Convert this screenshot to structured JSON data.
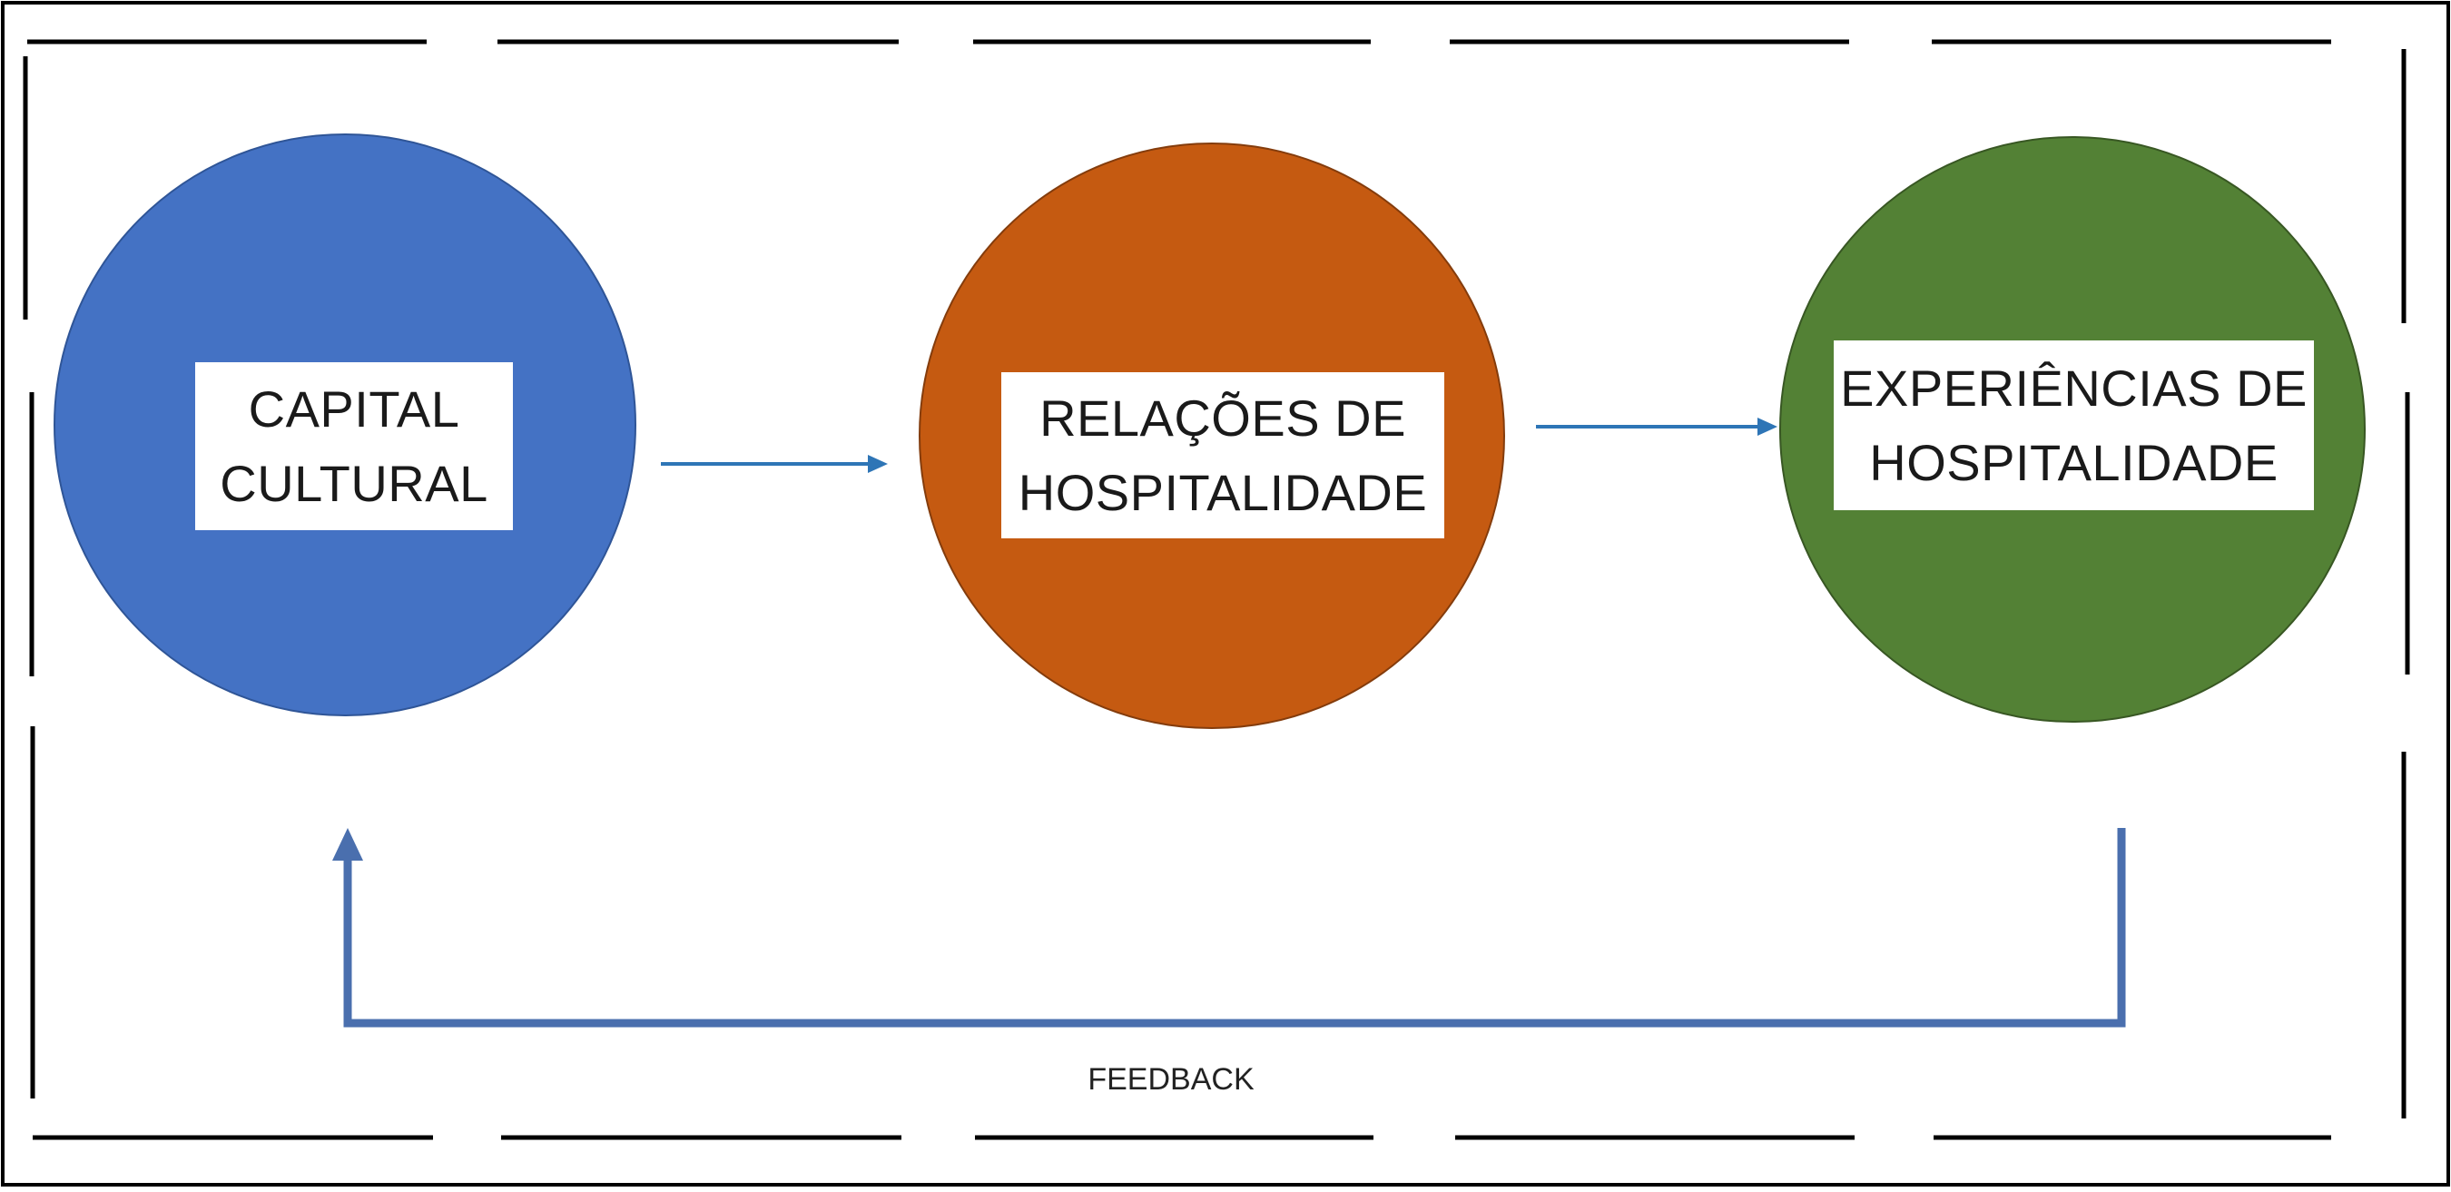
{
  "colors": {
    "frame": "#000000",
    "capital_circle": "#4472c4",
    "relacoes_circle": "#c55a11",
    "experiencias_circle": "#538135",
    "flow_arrow": "#2e75b6",
    "feedback_arrow": "#4a6fae"
  },
  "nodes": {
    "capital_cultural": {
      "lines": [
        "CAPITAL",
        "CULTURAL"
      ]
    },
    "relacoes": {
      "lines": [
        "RELAÇÕES DE",
        "HOSPITALIDADE"
      ]
    },
    "experiencias": {
      "lines": [
        "EXPERIÊNCIAS DE",
        "HOSPITALIDADE"
      ]
    }
  },
  "feedback_label": "FEEDBACK"
}
